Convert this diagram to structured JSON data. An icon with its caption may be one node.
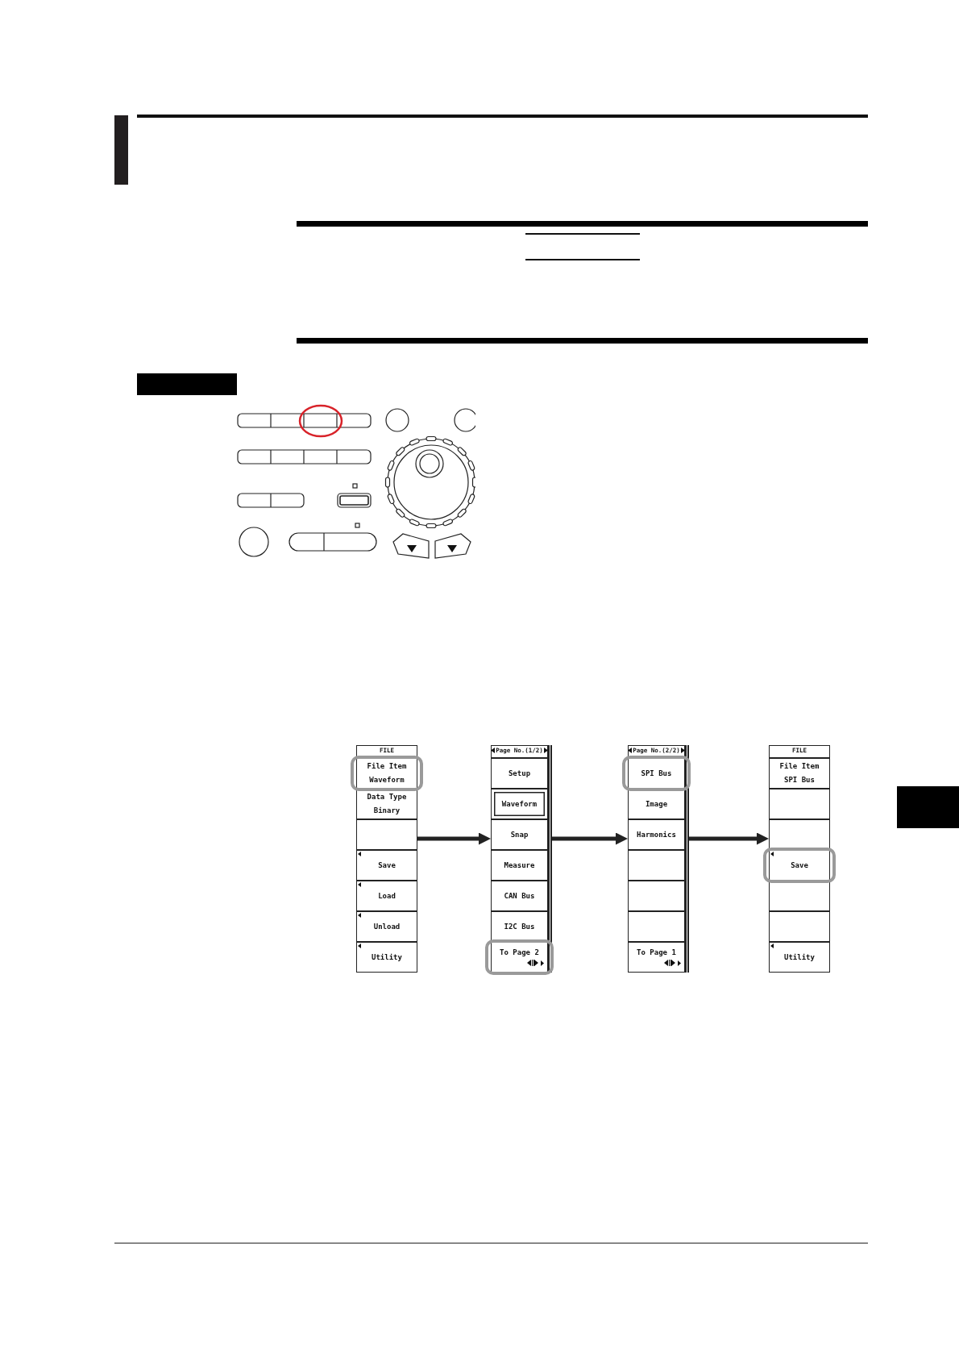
{
  "diagram": {
    "nodes": [
      {
        "text": [],
        "shape": "bar"
      },
      {
        "text": [],
        "shape": "bar"
      },
      {
        "text": [
          "FILE"
        ]
      },
      {
        "text": [
          "File Item",
          "Waveform"
        ],
        "in": 2
      },
      {
        "text": [
          "Data Type",
          "Binary"
        ],
        "in": 2
      },
      {
        "text": [],
        "shape": "box",
        "in": 2
      },
      {
        "text": [
          "Save"
        ],
        "in": 2
      },
      {
        "text": [
          "Load"
        ],
        "in": 2
      },
      {
        "text": [
          "Unload"
        ],
        "in": 2
      },
      {
        "text": [
          "Utility"
        ],
        "in": 2
      },
      {
        "text": [
          "Page No.(1/2)"
        ]
      },
      {
        "text": [
          "Setup"
        ],
        "in": 10
      },
      {
        "text": [
          "Waveform"
        ],
        "in": 10
      },
      {
        "text": [
          "Snap"
        ],
        "in": 10
      },
      {
        "text": [
          "Measure"
        ],
        "in": 10
      },
      {
        "text": [
          "CAN Bus"
        ],
        "in": 10
      },
      {
        "text": [
          "I2C Bus"
        ],
        "in": 10
      },
      {
        "text": [
          "To Page 2"
        ],
        "in": 10
      },
      {
        "text": [
          "Page No.(2/2)"
        ]
      },
      {
        "text": [
          "SPI Bus"
        ],
        "in": 18
      },
      {
        "text": [
          "Image"
        ],
        "in": 18
      },
      {
        "text": [
          "Harmonics"
        ],
        "in": 18
      },
      {
        "text": [],
        "shape": "box",
        "in": 18
      },
      {
        "text": [],
        "shape": "box",
        "in": 18
      },
      {
        "text": [],
        "shape": "box",
        "in": 18
      },
      {
        "text": [
          "To Page 1"
        ],
        "in": 18
      },
      {
        "text": [
          "FILE"
        ]
      },
      {
        "text": [
          "File Item",
          "SPI Bus"
        ],
        "in": 26
      },
      {
        "text": [],
        "shape": "box",
        "in": 26
      },
      {
        "text": [],
        "shape": "box",
        "in": 26
      },
      {
        "text": [
          "Save"
        ],
        "in": 26
      },
      {
        "text": [],
        "shape": "box",
        "in": 26
      },
      {
        "text": [],
        "shape": "box",
        "in": 26
      },
      {
        "text": [
          "Utility"
        ],
        "in": 26
      },
      {
        "text": [],
        "shape": "bar"
      }
    ],
    "edges": [
      {
        "from": 2,
        "to": 10,
        "arrow": "to"
      },
      {
        "from": 10,
        "to": 18,
        "arrow": "to"
      },
      {
        "from": 18,
        "to": 26,
        "arrow": "to"
      }
    ]
  }
}
